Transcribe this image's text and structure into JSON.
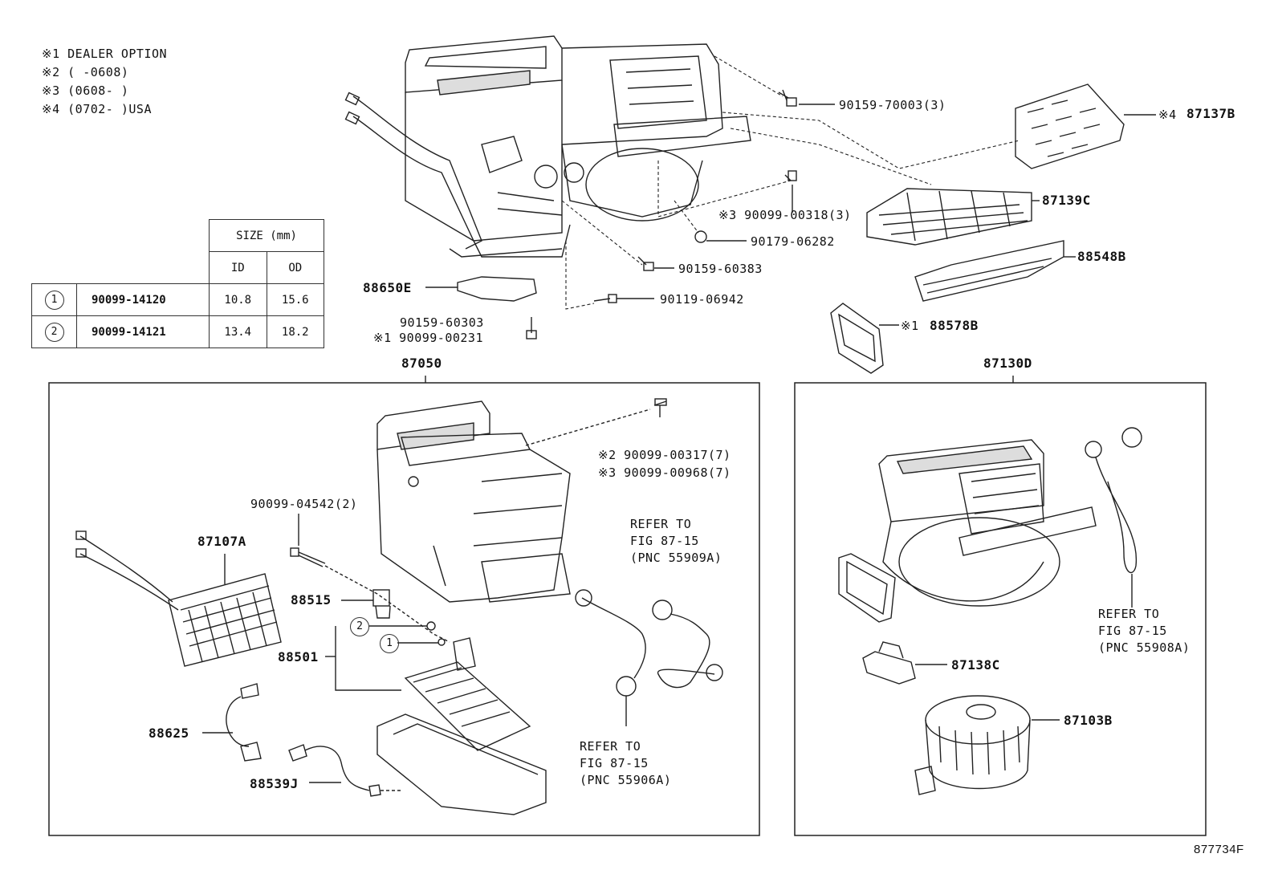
{
  "notes": [
    "※1 DEALER OPTION",
    "※2 (     -0608)",
    "※3 (0608-     )",
    "※4 (0702-     )USA"
  ],
  "size_table": {
    "header": "SIZE (mm)",
    "col_id": "ID",
    "col_od": "OD",
    "rows": [
      {
        "mark": "1",
        "part": "90099-14120",
        "id": "10.8",
        "od": "15.6"
      },
      {
        "mark": "2",
        "part": "90099-14121",
        "id": "13.4",
        "od": "18.2"
      }
    ]
  },
  "labels": {
    "p90159_70003": "90159-70003(3)",
    "p87137B": "87137B",
    "m4": "※4",
    "p87139C": "87139C",
    "p90099_00318": "※3 90099-00318(3)",
    "p90179_06282": "90179-06282",
    "p88548B": "88548B",
    "p90159_60383": "90159-60383",
    "p88650E": "88650E",
    "p90119_06942": "90119-06942",
    "p90159_60303": "90159-60303",
    "p90099_00231": "※1 90099-00231",
    "p88578B": "88578B",
    "m1": "※1",
    "p87050": "87050",
    "p87130D": "87130D",
    "p90099_00317": "※2 90099-00317(7)",
    "p90099_00968": "※3 90099-00968(7)",
    "p90099_04542": "90099-04542(2)",
    "p87107A": "87107A",
    "refer_55909A": [
      "REFER TO",
      "FIG 87-15",
      "(PNC 55909A)"
    ],
    "p88515": "88515",
    "c2": "2",
    "c1": "1",
    "p88501": "88501",
    "p88625": "88625",
    "refer_55906A": [
      "REFER TO",
      "FIG 87-15",
      "(PNC 55906A)"
    ],
    "p88539J": "88539J",
    "refer_55908A": [
      "REFER TO",
      "FIG 87-15",
      "(PNC 55908A)"
    ],
    "p87138C": "87138C",
    "p87103B": "87103B",
    "figure_id": "877734F"
  }
}
